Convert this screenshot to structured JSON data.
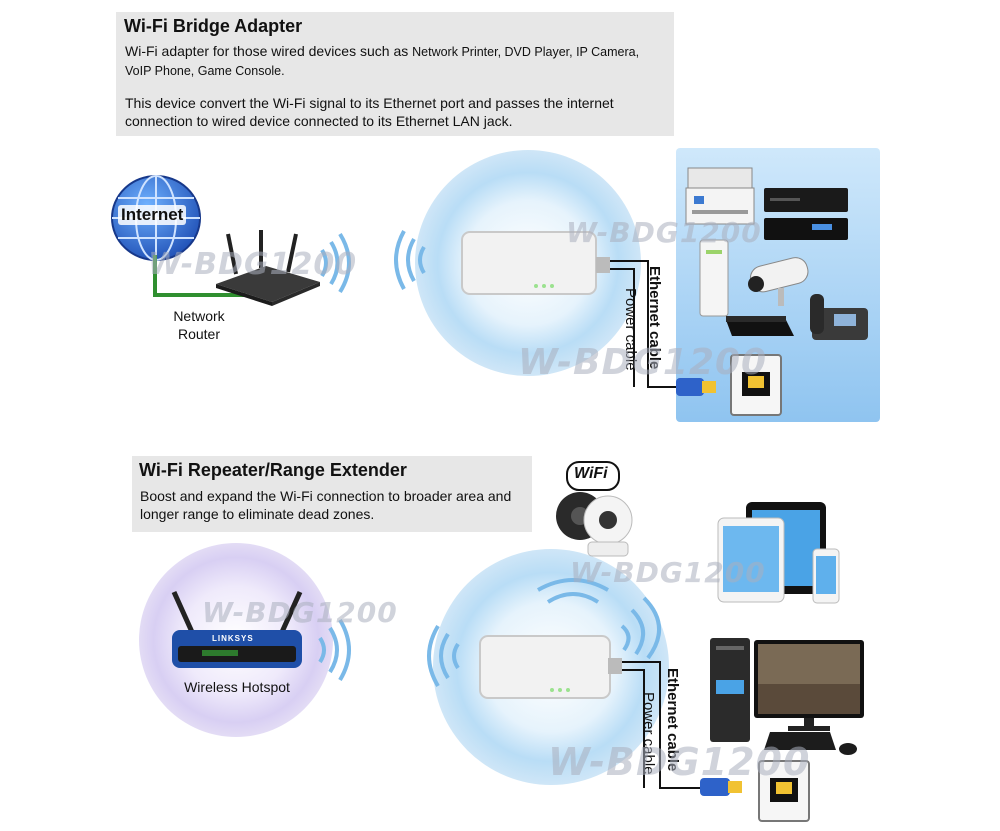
{
  "colors": {
    "panel_bg": "#e7e7e7",
    "globe_blue": "#2a6fd0",
    "cable_green": "#2f8f2f",
    "signal_blue": "#7ab9e8",
    "halo_blue": "#cfe6f7",
    "halo_purple": "#e3dcf5",
    "device_panel_bg": "#a8d2f4",
    "ethernet_plug": "#2e62c9"
  },
  "section1": {
    "title": "Wi-Fi Bridge Adapter",
    "line1_prefix": "Wi-Fi adapter for those wired devices such as ",
    "line1_devices": "Network Printer, DVD Player, IP Camera, VoIP Phone, Game Console.",
    "paragraph2": "This device convert the Wi-Fi signal to its Ethernet port and passes the internet connection to wired device connected to its Ethernet LAN jack.",
    "internet_label": "Internet",
    "router_label_line1": "Network",
    "router_label_line2": "Router",
    "ethernet_cable": "Ethernet cable",
    "power_cable": "Power cable",
    "watermark": "W-BDG1200"
  },
  "section2": {
    "title": "Wi-Fi Repeater/Range Extender",
    "paragraph": "Boost and expand the Wi-Fi connection to broader area and longer range to eliminate dead zones.",
    "hotspot_label": "Wireless Hotspot",
    "router_brand": "LINKSYS",
    "wifi_badge": "WiFi",
    "ethernet_cable": "Ethernet cable",
    "power_cable": "Power cable",
    "watermark": "W-BDG1200"
  },
  "icons": [
    "globe-icon",
    "router-icon",
    "wifi-signal-icon",
    "adapter-icon",
    "ethernet-jack-icon",
    "printer-icon",
    "dvd-player-icon",
    "ip-camera-icon",
    "voip-phone-icon",
    "game-console-icon",
    "tablet-icon",
    "smartphone-icon",
    "desktop-pc-icon",
    "monitor-icon",
    "keyboard-icon",
    "mouse-icon",
    "wifi-camera-icon"
  ]
}
